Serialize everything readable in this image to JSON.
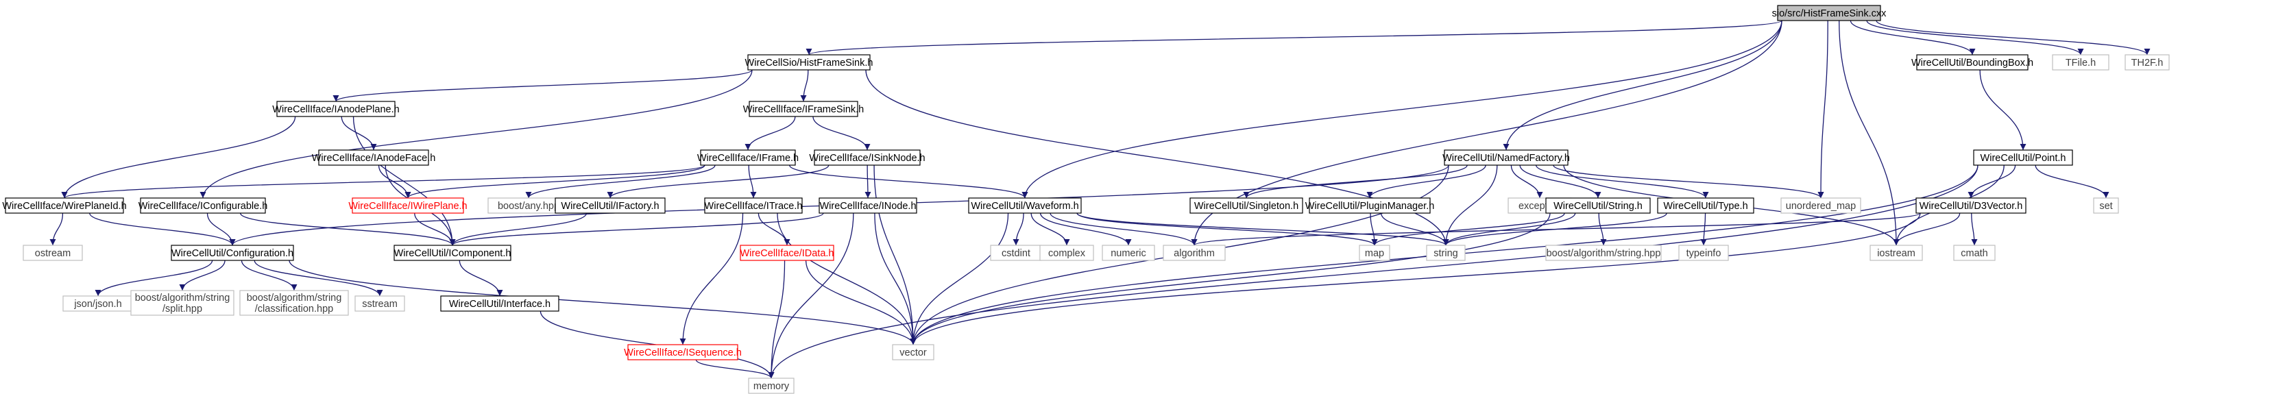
{
  "colors": {
    "root_fill": "#bfbfbf",
    "normal_fill": "#ffffff",
    "normal_border": "#000000",
    "normal_text": "#000000",
    "missing_border": "#bfbfbf",
    "missing_text": "#404040",
    "red_border": "#ff0000",
    "red_text": "#ff0000",
    "edge": "#191970"
  },
  "diagram": {
    "type": "include-dependency-graph",
    "nodes": [
      {
        "id": "root",
        "label": "sio/src/HistFrameSink.cxx",
        "style": "root"
      },
      {
        "id": "histframesink",
        "label": "WireCellSio/HistFrameSink.h",
        "style": "normal"
      },
      {
        "id": "boundingbox",
        "label": "WireCellUtil/BoundingBox.h",
        "style": "normal"
      },
      {
        "id": "tfile",
        "label": "TFile.h",
        "style": "missing"
      },
      {
        "id": "th2f",
        "label": "TH2F.h",
        "style": "missing"
      },
      {
        "id": "anodeplane",
        "label": "WireCellIface/IAnodePlane.h",
        "style": "normal"
      },
      {
        "id": "iframesink",
        "label": "WireCellIface/IFrameSink.h",
        "style": "normal"
      },
      {
        "id": "anodeface",
        "label": "WireCellIface/IAnodeFace.h",
        "style": "normal"
      },
      {
        "id": "iframe",
        "label": "WireCellIface/IFrame.h",
        "style": "normal"
      },
      {
        "id": "isinknode",
        "label": "WireCellIface/ISinkNode.h",
        "style": "normal"
      },
      {
        "id": "namedfactory",
        "label": "WireCellUtil/NamedFactory.h",
        "style": "normal"
      },
      {
        "id": "point",
        "label": "WireCellUtil/Point.h",
        "style": "normal"
      },
      {
        "id": "wireplaneid",
        "label": "WireCellIface/WirePlaneId.h",
        "style": "normal"
      },
      {
        "id": "iconfigurable",
        "label": "WireCellIface/IConfigurable.h",
        "style": "normal"
      },
      {
        "id": "iwireplane",
        "label": "WireCellIface/IWirePlane.h",
        "style": "red"
      },
      {
        "id": "boostany",
        "label": "boost/any.hpp",
        "style": "missing"
      },
      {
        "id": "ifactory",
        "label": "WireCellUtil/IFactory.h",
        "style": "normal"
      },
      {
        "id": "itrace",
        "label": "WireCellIface/ITrace.h",
        "style": "normal"
      },
      {
        "id": "inode",
        "label": "WireCellIface/INode.h",
        "style": "normal"
      },
      {
        "id": "waveform",
        "label": "WireCellUtil/Waveform.h",
        "style": "normal"
      },
      {
        "id": "singleton",
        "label": "WireCellUtil/Singleton.h",
        "style": "normal"
      },
      {
        "id": "pluginmanager",
        "label": "WireCellUtil/PluginManager.h",
        "style": "normal"
      },
      {
        "id": "exception",
        "label": "exception",
        "style": "missing"
      },
      {
        "id": "string_h",
        "label": "WireCellUtil/String.h",
        "style": "normal"
      },
      {
        "id": "type_h",
        "label": "WireCellUtil/Type.h",
        "style": "normal"
      },
      {
        "id": "unordered_map",
        "label": "unordered_map",
        "style": "missing"
      },
      {
        "id": "set",
        "label": "set",
        "style": "missing"
      },
      {
        "id": "d3vector",
        "label": "WireCellUtil/D3Vector.h",
        "style": "normal"
      },
      {
        "id": "ostream",
        "label": "ostream",
        "style": "missing"
      },
      {
        "id": "configuration",
        "label": "WireCellUtil/Configuration.h",
        "style": "normal"
      },
      {
        "id": "icomponent",
        "label": "WireCellUtil/IComponent.h",
        "style": "normal"
      },
      {
        "id": "idata",
        "label": "WireCellIface/IData.h",
        "style": "red"
      },
      {
        "id": "cstdint",
        "label": "cstdint",
        "style": "missing"
      },
      {
        "id": "complex",
        "label": "complex",
        "style": "missing"
      },
      {
        "id": "numeric",
        "label": "numeric",
        "style": "missing"
      },
      {
        "id": "algorithm",
        "label": "algorithm",
        "style": "missing"
      },
      {
        "id": "map",
        "label": "map",
        "style": "missing"
      },
      {
        "id": "string",
        "label": "string",
        "style": "missing"
      },
      {
        "id": "boost_alg_string",
        "label": "boost/algorithm/string.hpp",
        "style": "missing"
      },
      {
        "id": "typeinfo",
        "label": "typeinfo",
        "style": "missing"
      },
      {
        "id": "iostream",
        "label": "iostream",
        "style": "missing"
      },
      {
        "id": "cmath",
        "label": "cmath",
        "style": "missing"
      },
      {
        "id": "jsonjson",
        "label": "json/json.h",
        "style": "missing"
      },
      {
        "id": "boost_split",
        "label": "boost/algorithm/string\n/split.hpp",
        "style": "missing"
      },
      {
        "id": "boost_class",
        "label": "boost/algorithm/string\n/classification.hpp",
        "style": "missing"
      },
      {
        "id": "sstream",
        "label": "sstream",
        "style": "missing"
      },
      {
        "id": "interface",
        "label": "WireCellUtil/Interface.h",
        "style": "normal"
      },
      {
        "id": "isequence",
        "label": "WireCellIface/ISequence.h",
        "style": "red"
      },
      {
        "id": "vector",
        "label": "vector",
        "style": "missing"
      },
      {
        "id": "memory",
        "label": "memory",
        "style": "missing"
      }
    ],
    "edges": [
      [
        "root",
        "histframesink"
      ],
      [
        "root",
        "boundingbox"
      ],
      [
        "root",
        "tfile"
      ],
      [
        "root",
        "th2f"
      ],
      [
        "root",
        "namedfactory"
      ],
      [
        "root",
        "waveform"
      ],
      [
        "root",
        "algorithm"
      ],
      [
        "root",
        "unordered_map"
      ],
      [
        "root",
        "iostream"
      ],
      [
        "histframesink",
        "anodeplane"
      ],
      [
        "histframesink",
        "iframesink"
      ],
      [
        "histframesink",
        "iconfigurable"
      ],
      [
        "histframesink",
        "string"
      ],
      [
        "boundingbox",
        "point"
      ],
      [
        "anodeplane",
        "anodeface"
      ],
      [
        "anodeplane",
        "wireplaneid"
      ],
      [
        "anodeplane",
        "icomponent"
      ],
      [
        "iframesink",
        "iframe"
      ],
      [
        "iframesink",
        "isinknode"
      ],
      [
        "anodeface",
        "iwireplane"
      ],
      [
        "anodeface",
        "icomponent"
      ],
      [
        "iframe",
        "itrace"
      ],
      [
        "iframe",
        "iwireplane"
      ],
      [
        "iframe",
        "boostany"
      ],
      [
        "iframe",
        "waveform"
      ],
      [
        "iframe",
        "wireplaneid"
      ],
      [
        "isinknode",
        "inode"
      ],
      [
        "isinknode",
        "ifactory"
      ],
      [
        "isinknode",
        "vector"
      ],
      [
        "namedfactory",
        "singleton"
      ],
      [
        "namedfactory",
        "pluginmanager"
      ],
      [
        "namedfactory",
        "exception"
      ],
      [
        "namedfactory",
        "string_h"
      ],
      [
        "namedfactory",
        "type_h"
      ],
      [
        "namedfactory",
        "unordered_map"
      ],
      [
        "namedfactory",
        "configuration"
      ],
      [
        "namedfactory",
        "vector"
      ],
      [
        "namedfactory",
        "string"
      ],
      [
        "namedfactory",
        "iostream"
      ],
      [
        "point",
        "d3vector"
      ],
      [
        "point",
        "set"
      ],
      [
        "point",
        "memory"
      ],
      [
        "point",
        "vector"
      ],
      [
        "point",
        "iostream"
      ],
      [
        "wireplaneid",
        "ostream"
      ],
      [
        "wireplaneid",
        "configuration"
      ],
      [
        "iconfigurable",
        "configuration"
      ],
      [
        "iconfigurable",
        "icomponent"
      ],
      [
        "iwireplane",
        "icomponent"
      ],
      [
        "ifactory",
        "icomponent"
      ],
      [
        "itrace",
        "idata"
      ],
      [
        "itrace",
        "isequence"
      ],
      [
        "itrace",
        "vector"
      ],
      [
        "inode",
        "icomponent"
      ],
      [
        "inode",
        "vector"
      ],
      [
        "inode",
        "memory"
      ],
      [
        "waveform",
        "cstdint"
      ],
      [
        "waveform",
        "complex"
      ],
      [
        "waveform",
        "numeric"
      ],
      [
        "waveform",
        "algorithm"
      ],
      [
        "waveform",
        "map"
      ],
      [
        "waveform",
        "string"
      ],
      [
        "waveform",
        "vector"
      ],
      [
        "pluginmanager",
        "map"
      ],
      [
        "pluginmanager",
        "string"
      ],
      [
        "string_h",
        "map"
      ],
      [
        "string_h",
        "string"
      ],
      [
        "string_h",
        "boost_alg_string"
      ],
      [
        "string_h",
        "vector"
      ],
      [
        "type_h",
        "typeinfo"
      ],
      [
        "type_h",
        "string"
      ],
      [
        "d3vector",
        "cmath"
      ],
      [
        "d3vector",
        "iostream"
      ],
      [
        "d3vector",
        "algorithm"
      ],
      [
        "d3vector",
        "vector"
      ],
      [
        "configuration",
        "jsonjson"
      ],
      [
        "configuration",
        "boost_split"
      ],
      [
        "configuration",
        "boost_class"
      ],
      [
        "configuration",
        "sstream"
      ],
      [
        "configuration",
        "vector"
      ],
      [
        "icomponent",
        "interface"
      ],
      [
        "idata",
        "vector"
      ],
      [
        "idata",
        "memory"
      ],
      [
        "interface",
        "memory"
      ],
      [
        "isequence",
        "memory"
      ]
    ]
  }
}
